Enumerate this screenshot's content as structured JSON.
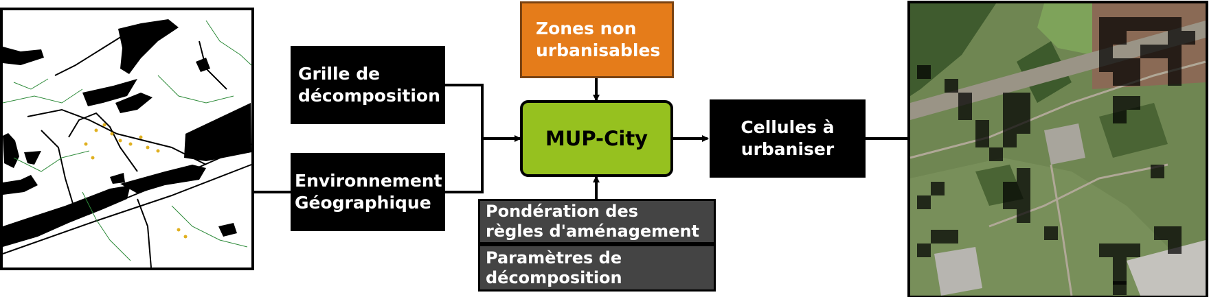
{
  "input_boxes": [
    {
      "lines": [
        "Grille de",
        "décomposition"
      ]
    },
    {
      "lines": [
        "Environnement",
        "Géographique"
      ]
    }
  ],
  "constraint_box": {
    "lines": [
      "Zones non",
      "urbanisables"
    ],
    "color": "#e57c1a"
  },
  "core_box": {
    "label": "MUP-City",
    "color": "#96c11f"
  },
  "parameter_boxes": [
    {
      "lines": [
        "Pondération des",
        "règles d'aménagement"
      ]
    },
    {
      "lines": [
        "Paramètres de",
        "décomposition"
      ]
    }
  ],
  "output_box": {
    "lines": [
      "Cellules à",
      "urbaniser"
    ]
  },
  "images": {
    "input_map": {
      "icon": "vector-map-image"
    },
    "output_map": {
      "icon": "aerial-photo-with-grid-image"
    }
  }
}
